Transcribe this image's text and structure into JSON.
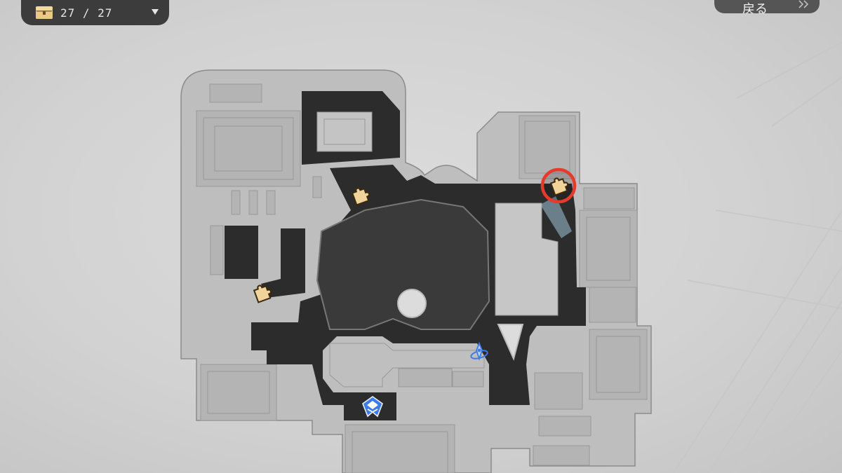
{
  "counter": {
    "text": "27 / 27",
    "icon": "treasure-chest-icon",
    "dropdown_icon": "caret-down-icon"
  },
  "back_button": {
    "label": "戻る",
    "icon": "double-chevron-right-icon"
  },
  "map": {
    "markers": [
      {
        "type": "puzzle-piece",
        "icon": "puzzle-piece-icon",
        "highlighted": false
      },
      {
        "type": "puzzle-piece",
        "icon": "puzzle-piece-icon",
        "highlighted": false
      },
      {
        "type": "puzzle-piece",
        "icon": "puzzle-piece-icon",
        "highlighted": true
      },
      {
        "type": "space-anchor",
        "icon": "space-anchor-icon"
      },
      {
        "type": "player",
        "icon": "trailblazer-emblem-icon"
      }
    ],
    "colors": {
      "background": "#d2d2d2",
      "building": "#bdbdbd",
      "walkable": "#2c2c2c",
      "outline": "#8a8a8a",
      "highlight_ring": "#e53a2c",
      "marker_gold": "#f2d49a",
      "teleport_blue": "#3d7be8"
    }
  }
}
